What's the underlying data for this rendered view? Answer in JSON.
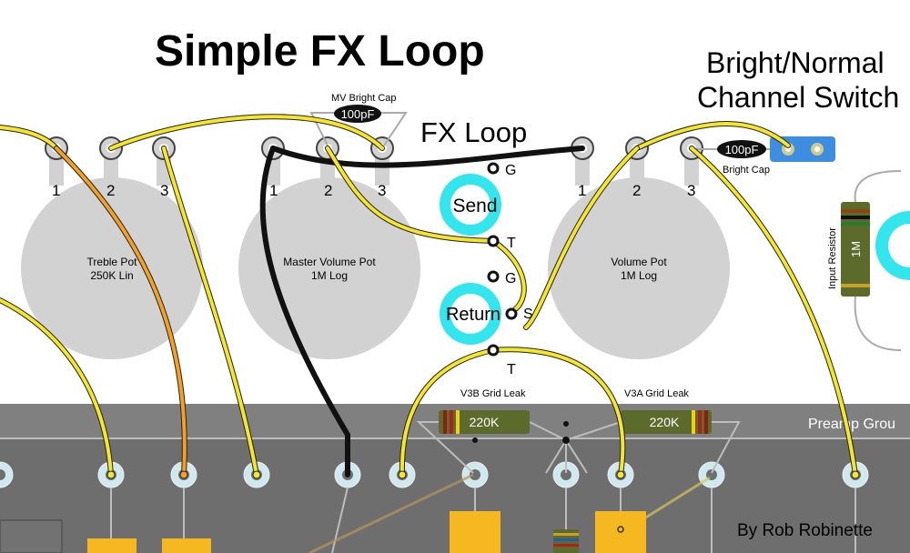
{
  "title": "Simple FX Loop",
  "fx_loop_label": "FX Loop",
  "switch_label": [
    "Bright/Normal",
    "Channel Switch"
  ],
  "mv_bright_cap": {
    "label": "MV Bright Cap",
    "value": "100pF"
  },
  "bright_cap": {
    "label": "Bright Cap",
    "value": "100pF"
  },
  "pots": [
    {
      "name": "Treble Pot",
      "value": "250K Lin"
    },
    {
      "name": "Master Volume Pot",
      "value": "1M Log"
    },
    {
      "name": "Volume Pot",
      "value": "1M Log"
    }
  ],
  "lug_numbers": [
    "1",
    "2",
    "3"
  ],
  "jacks": {
    "send": {
      "label": "Send",
      "ground": "G",
      "tip": "T"
    },
    "return": {
      "label": "Return",
      "ground": "G",
      "switch": "S",
      "tip": "T"
    }
  },
  "grid_leaks": [
    {
      "label": "V3B Grid Leak",
      "value": "220K"
    },
    {
      "label": "V3A Grid Leak",
      "value": "220K"
    }
  ],
  "input_resistor": {
    "label": "Input Resistor",
    "value": "1M"
  },
  "board_label": "Preamp Grou",
  "credit": "By Rob Robinette",
  "colors": {
    "wire_yellow": "#f5e62a",
    "wire_orange": "#f5a020",
    "wire_black": "#111111",
    "jack_ring": "#33e6ee",
    "pot_body": "#d2d2d2",
    "board": "#6e6e6e",
    "resistor_body": "#5c6b2c"
  }
}
